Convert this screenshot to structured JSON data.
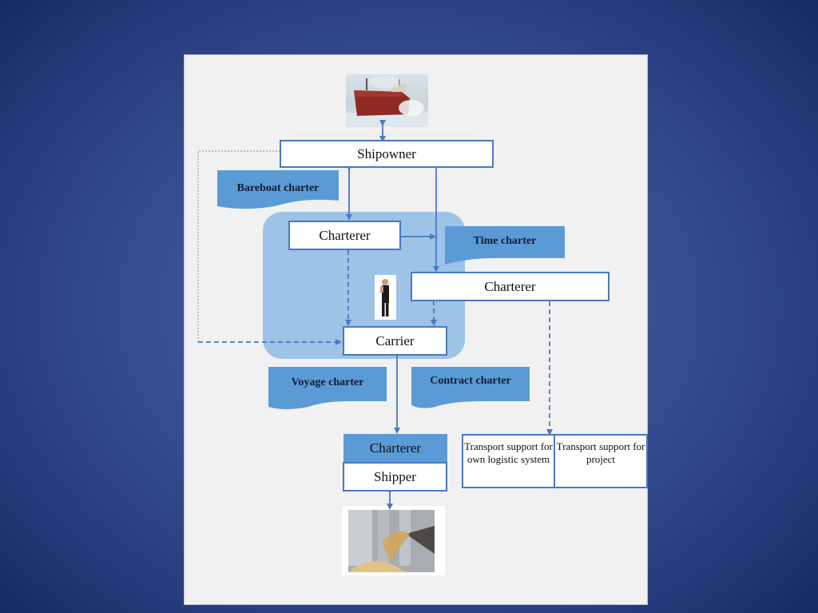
{
  "diagram": {
    "nodes": {
      "shipowner": "Shipowner",
      "charterer_bareboat": "Charterer",
      "charterer_time": "Charterer",
      "carrier": "Carrier",
      "charterer_shipper_top": "Charterer",
      "shipper": "Shipper",
      "transport_own": "Transport support for own logistic system",
      "transport_project": "Transport support for project"
    },
    "charter_types": {
      "bareboat": "Bareboat charter",
      "time": "Time charter",
      "voyage": "Voyage charter",
      "contract": "Contract charter"
    },
    "images": {
      "ship": "cargo ship photo",
      "person": "businessman figure",
      "grain": "grain silo loading photo"
    },
    "edges": [
      {
        "from": "ship-image",
        "to": "shipowner",
        "style": "solid",
        "arrows": "both"
      },
      {
        "from": "shipowner",
        "to": "charterer_bareboat",
        "style": "solid",
        "arrows": "both"
      },
      {
        "from": "shipowner",
        "to": "charterer_time",
        "style": "solid",
        "arrows": "end"
      },
      {
        "from": "charterer_bareboat",
        "to": "charterer_time",
        "style": "solid",
        "arrows": "end"
      },
      {
        "from": "charterer_bareboat",
        "to": "carrier",
        "style": "dashed",
        "arrows": "end"
      },
      {
        "from": "charterer_time",
        "to": "carrier",
        "style": "dashed",
        "arrows": "end"
      },
      {
        "from": "shipowner",
        "to": "carrier",
        "style": "dotted-dashed",
        "arrows": "end"
      },
      {
        "from": "carrier",
        "to": "charterer_shipper_top",
        "style": "solid",
        "arrows": "both"
      },
      {
        "from": "charterer_time",
        "to": "transport_own",
        "style": "dashed",
        "arrows": "end"
      },
      {
        "from": "shipper",
        "to": "grain-image",
        "style": "solid",
        "arrows": "both"
      }
    ],
    "colors": {
      "line": "#4a78c2",
      "doc_fill": "#5b9bd5",
      "group_fill": "#9dc3e6",
      "panel": "#f1f1f1"
    }
  }
}
